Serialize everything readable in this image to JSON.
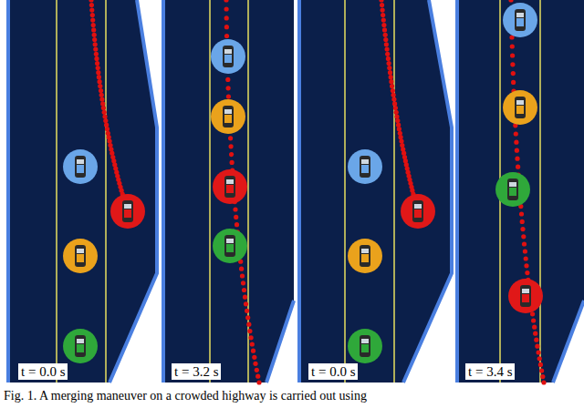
{
  "diagram": {
    "caption": "Fig. 1. A merging maneuver on a crowded highway is carried out using",
    "labels": [
      "t = 0.0 s",
      "t = 3.2 s",
      "t = 0.0 s",
      "t = 3.4 s"
    ]
  }
}
